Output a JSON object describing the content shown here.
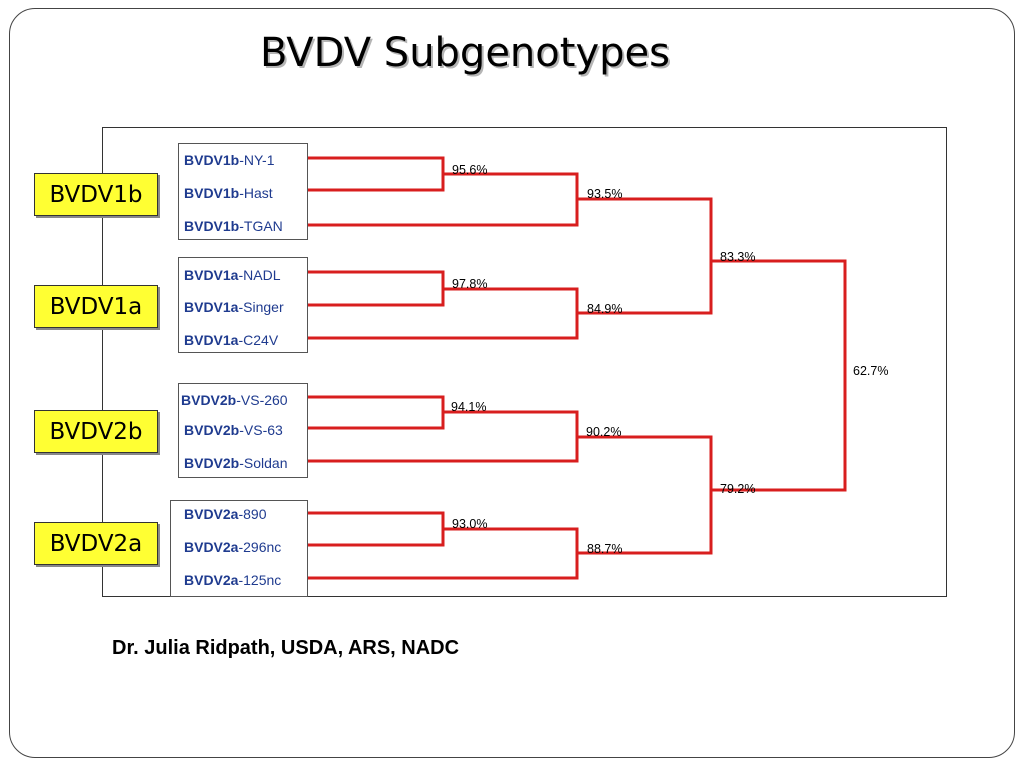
{
  "title": "BVDV Subgenotypes",
  "groups": [
    {
      "label": "BVDV1b",
      "strains": [
        {
          "prefix": "BVDV1b",
          "name": "-NY-1"
        },
        {
          "prefix": "BVDV1b",
          "name": "-Hast"
        },
        {
          "prefix": "BVDV1b",
          "name": "-TGAN"
        }
      ]
    },
    {
      "label": "BVDV1a",
      "strains": [
        {
          "prefix": "BVDV1a",
          "name": "-NADL"
        },
        {
          "prefix": "BVDV1a",
          "name": "-Singer"
        },
        {
          "prefix": "BVDV1a",
          "name": "-C24V"
        }
      ]
    },
    {
      "label": "BVDV2b",
      "strains": [
        {
          "prefix": "BVDV2b",
          "name": "-VS-260"
        },
        {
          "prefix": "BVDV2b",
          "name": "-VS-63"
        },
        {
          "prefix": "BVDV2b",
          "name": "-Soldan"
        }
      ]
    },
    {
      "label": "BVDV2a",
      "strains": [
        {
          "prefix": "BVDV2a",
          "name": "-890"
        },
        {
          "prefix": "BVDV2a",
          "name": "-296nc"
        },
        {
          "prefix": "BVDV2a",
          "name": "-125nc"
        }
      ]
    }
  ],
  "identities": {
    "ny1_hast": "95.6%",
    "bvdv1b_clade": "93.5%",
    "nadl_singer": "97.8%",
    "bvdv1a_clade": "84.9%",
    "bvdv1": "83.3%",
    "vs260_vs63": "94.1%",
    "bvdv2b_clade": "90.2%",
    "a890_296nc": "93.0%",
    "bvdv2a_clade": "88.7%",
    "bvdv2": "79.2%",
    "root": "62.7%"
  },
  "credit": "Dr. Julia Ridpath, USDA, ARS, NADC",
  "colors": {
    "branch": "#d81e1e",
    "label_bg": "#ffff33",
    "strain_text": "#1f3b8f"
  }
}
